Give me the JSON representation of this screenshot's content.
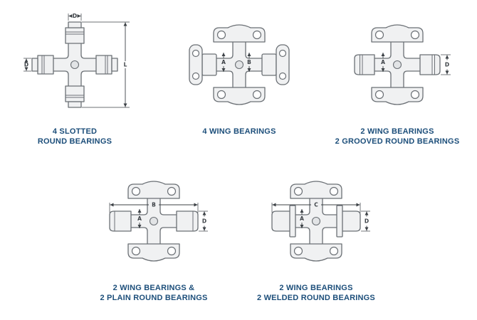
{
  "palette": {
    "background": "#ffffff",
    "caption_color": "#1c4e7a",
    "line_color": "#6b7075",
    "fill_color": "#f0f1f2",
    "fill_shade": "#e2e4e6",
    "dim_color": "#3c4146"
  },
  "figures": [
    {
      "id": "four-slotted-round",
      "caption": [
        "4 SLOTTED",
        "ROUND BEARINGS"
      ],
      "dims": {
        "top_width": "D",
        "left_diameter": "D",
        "overall_length": "L"
      }
    },
    {
      "id": "four-wing",
      "caption": [
        "4 WING BEARINGS",
        ""
      ],
      "dims": {
        "a": "A",
        "b": "B"
      }
    },
    {
      "id": "two-wing-two-grooved",
      "caption": [
        "2 WING BEARINGS",
        "2 GROOVED ROUND BEARINGS"
      ],
      "dims": {
        "a": "A",
        "d": "D"
      }
    },
    {
      "id": "two-wing-two-plain",
      "caption": [
        "2 WING BEARINGS &",
        "2 PLAIN ROUND BEARINGS"
      ],
      "dims": {
        "a": "A",
        "b": "B",
        "d": "D"
      }
    },
    {
      "id": "two-wing-two-welded",
      "caption": [
        "2 WING BEARINGS",
        "2 WELDED ROUND BEARINGS"
      ],
      "dims": {
        "a": "A",
        "c": "C",
        "d": "D"
      }
    }
  ]
}
